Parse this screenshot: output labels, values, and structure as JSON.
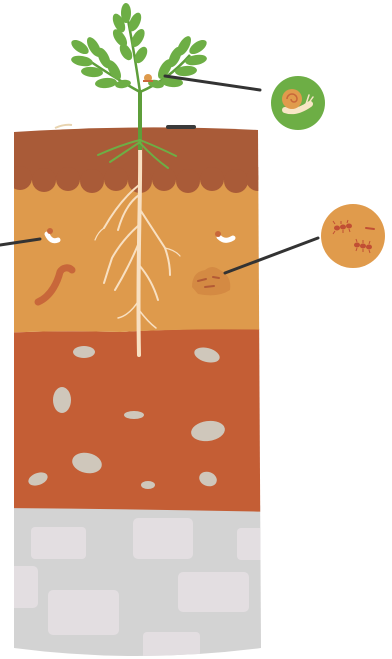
{
  "diagram": {
    "type": "soil-profile-illustration",
    "layers": [
      {
        "name": "topsoil-humus",
        "color": "#A95B38"
      },
      {
        "name": "eluviation-layer",
        "color": "#DE9A4C"
      },
      {
        "name": "subsoil",
        "color": "#C45E35"
      },
      {
        "name": "bedrock",
        "color": "#D3D3D3"
      }
    ],
    "callouts": [
      {
        "name": "snail-callout",
        "subject": "snail",
        "circle_color": "#6DAE45"
      },
      {
        "name": "ants-callout",
        "subject": "ants",
        "circle_color": "#E09B4C"
      }
    ],
    "colors": {
      "plant_green": "#6DAE45",
      "stem_green": "#5E9E3A",
      "root": "#F8E0C2",
      "stone": "#CFC7BB",
      "rock": "#E3DEE1",
      "worm": "#C8673A",
      "leader_line": "#333333"
    }
  }
}
